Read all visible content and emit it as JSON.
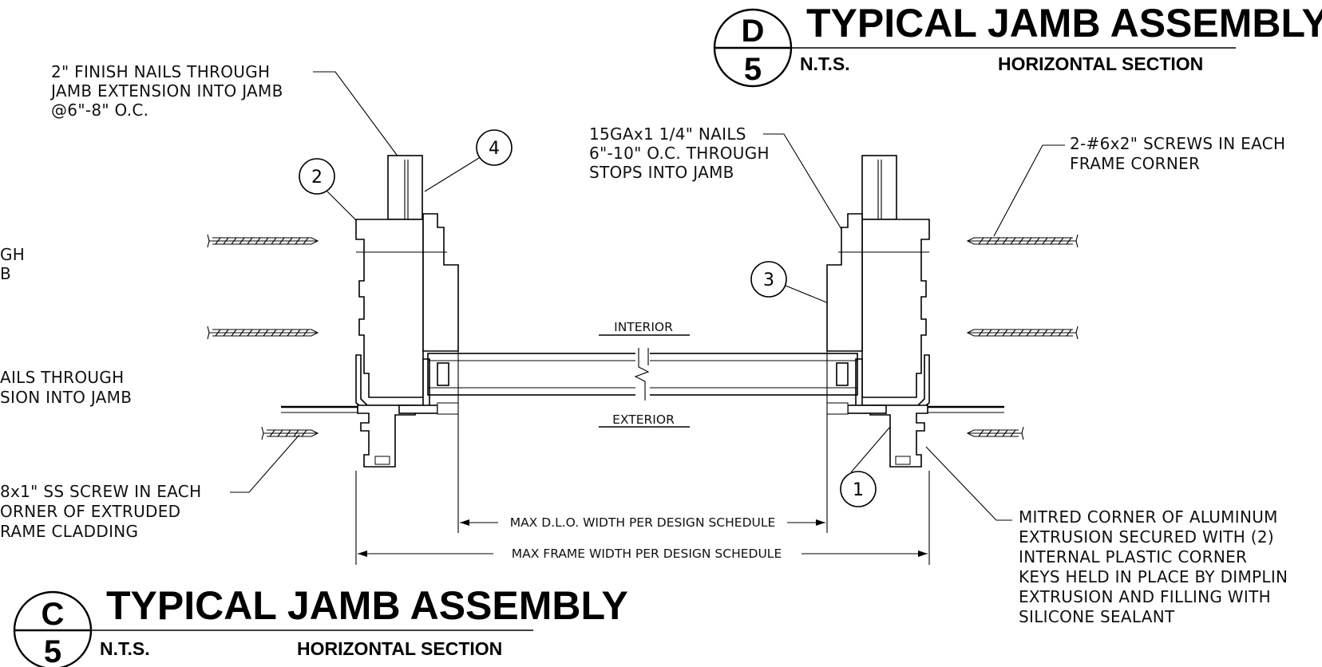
{
  "details": {
    "d5": {
      "bubble_top": "D",
      "bubble_bottom": "5",
      "title": "TYPICAL JAMB ASSEMBLY",
      "scale": "N.T.S.",
      "view": "HORIZONTAL SECTION"
    },
    "c5": {
      "bubble_top": "C",
      "bubble_bottom": "5",
      "title": "TYPICAL JAMB ASSEMBLY",
      "scale": "N.T.S.",
      "view": "HORIZONTAL SECTION"
    }
  },
  "notes": {
    "finish_nails": [
      "2\" FINISH NAILS THROUGH",
      "JAMB EXTENSION INTO JAMB",
      "@6\"-8\" O.C."
    ],
    "ga_nails": [
      "15GAx1 1/4\" NAILS",
      "6\"-10\" O.C. THROUGH",
      "STOPS INTO JAMB"
    ],
    "frame_screws": [
      "2-#6x2\" SCREWS IN EACH",
      "FRAME CORNER"
    ],
    "left_cut_1": [
      "GH",
      "B"
    ],
    "left_cut_2": [
      "AILS THROUGH",
      "SION INTO JAMB"
    ],
    "ss_screw": [
      "8x1\" SS SCREW IN EACH",
      "ORNER OF EXTRUDED",
      "RAME CLADDING"
    ],
    "mitred_corner": [
      "MITRED CORNER OF ALUMINUM",
      "EXTRUSION SECURED WITH (2)",
      "INTERNAL PLASTIC CORNER",
      "KEYS HELD IN PLACE BY DIMPLIN",
      "EXTRUSION AND FILLING WITH",
      "SILICONE SEALANT"
    ]
  },
  "labels": {
    "interior": "INTERIOR",
    "exterior": "EXTERIOR",
    "dlo_width": "MAX D.L.O. WIDTH PER DESIGN SCHEDULE",
    "frame_width": "MAX FRAME WIDTH PER DESIGN SCHEDULE"
  },
  "tags": [
    "1",
    "2",
    "3",
    "4"
  ]
}
